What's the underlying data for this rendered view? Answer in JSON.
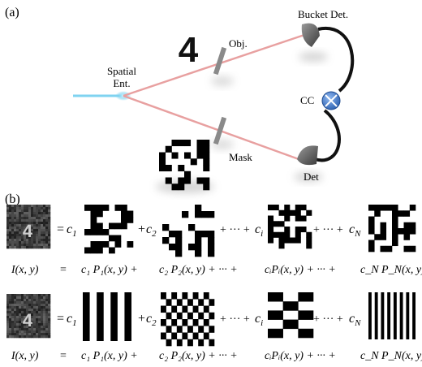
{
  "panel_a": {
    "label": "(a)",
    "source_label_line1": "Spatial",
    "source_label_line2": "Ent.",
    "object_glyph": "4",
    "obj_label": "Obj.",
    "mask_label": "Mask",
    "bucket_label": "Bucket Det.",
    "det_label": "Det",
    "cc_label": "CC",
    "colors": {
      "beam": "#e8a0a0",
      "input_beam": "#7fd3f0",
      "correlator": "#3d78c8",
      "detector": "#555555"
    }
  },
  "panel_b": {
    "label": "(b)",
    "equals": "=",
    "plus": "+",
    "ellipsis_plus": "+ ··· +",
    "coefficients": [
      "c",
      "c",
      "c",
      "c"
    ],
    "coefficient_subscripts": [
      "1",
      "2",
      "i",
      "N"
    ],
    "lhs_formula": "I(x, y)",
    "formula_equals": "=",
    "row1_terms": [
      "c₁ P₁(x, y) +",
      "c₂ P₂(x, y) + ··· +",
      "cᵢPᵢ(x, y) + ··· +",
      "c_N P_N(x, y)"
    ],
    "row2_terms": [
      "c₁ P₁(x, y) +",
      "c₂ P₂(x, y) + ··· +",
      "cᵢPᵢ(x, y) + ··· +",
      "c_N P_N(x, y)"
    ],
    "reconstruction_glyph": "4"
  }
}
